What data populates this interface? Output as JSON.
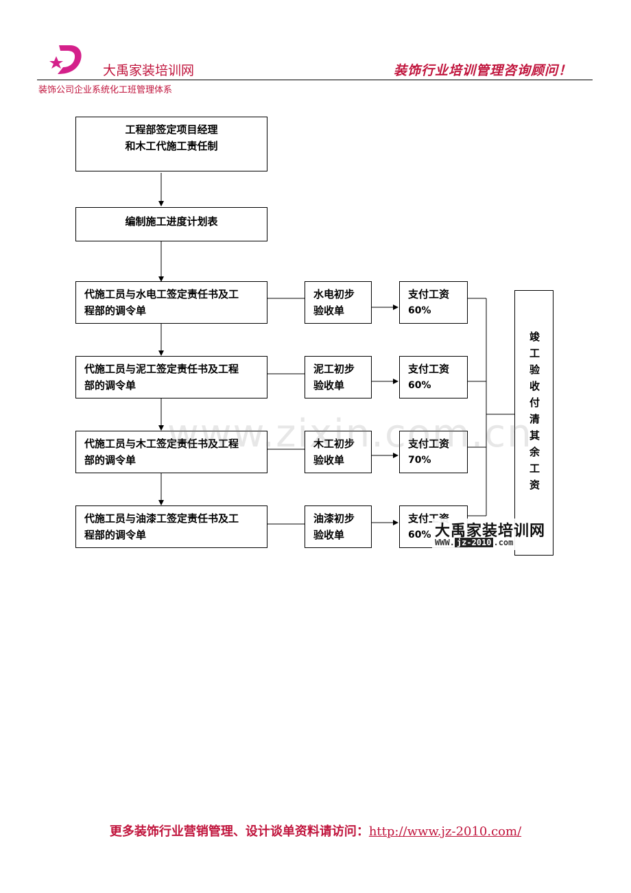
{
  "header": {
    "brand": "大禹家装培训网",
    "slogan": "装饰行业培训管理咨询顾问！",
    "subtitle": "装饰公司企业系统化工班管理体系",
    "logo_icon": "d-star-logo"
  },
  "flow": {
    "top_line1": "工程部签定项目经理",
    "top_line2": "和木工代施工责任制",
    "plan": "编制施工进度计划表",
    "steps": [
      {
        "l1": "代施工员与水电工签定责任书及工",
        "l2": "程部的调令单",
        "insp1": "水电初步",
        "insp2": "验收单",
        "pay1": "支付工资",
        "pay2": "60%"
      },
      {
        "l1": "代施工员与泥工签定责任书及工程",
        "l2": "部的调令单",
        "insp1": "泥工初步",
        "insp2": "验收单",
        "pay1": "支付工资",
        "pay2": "60%"
      },
      {
        "l1": "代施工员与木工签定责任书及工程",
        "l2": "部的调令单",
        "insp1": "木工初步",
        "insp2": "验收单",
        "pay1": "支付工资",
        "pay2": "70%"
      },
      {
        "l1": "代施工员与油漆工签定责任书及工",
        "l2": "程部的调令单",
        "insp1": "油漆初步",
        "insp2": "验收单",
        "pay1": "支付工资",
        "pay2": "60%"
      }
    ],
    "final": [
      "竣",
      "工",
      "验",
      "收",
      "付",
      "清",
      "其",
      "余",
      "工",
      "资"
    ]
  },
  "watermark": "www.zixin.com.cn",
  "stamp": {
    "title": "大禹家装培训网",
    "url_prefix": "WWW.",
    "url_main": "jz-2010",
    "url_suffix": ".com"
  },
  "footer": {
    "text": "更多装饰行业营销管理、设计谈单资料请访问：",
    "link": "http://www.jz-2010.com/"
  },
  "colors": {
    "brand": "#c0143c",
    "logo": "#d4208a"
  }
}
